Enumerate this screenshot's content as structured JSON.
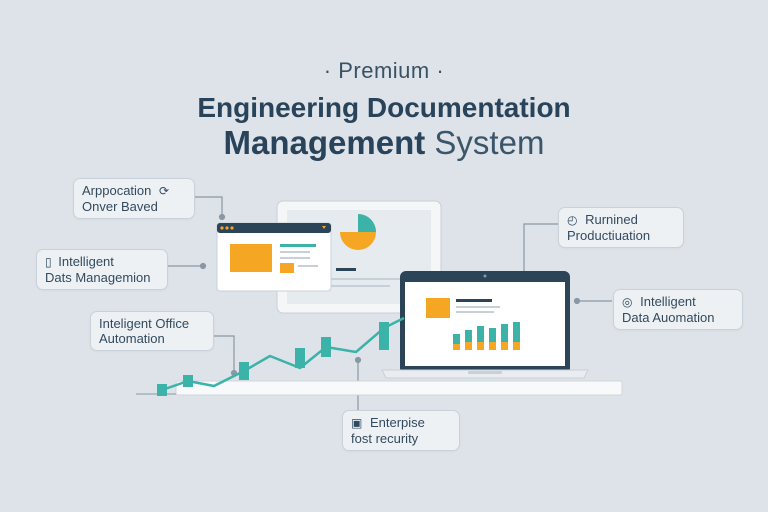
{
  "header": {
    "kicker": "· Premium ·",
    "title_line1": "Engineering Documentation",
    "title_line2_bold": "Management",
    "title_line2_light": "System"
  },
  "callouts": {
    "top_left": {
      "line1": "Arppocation",
      "line2": "Onver Baved",
      "icon": "refresh-icon"
    },
    "mid_left": {
      "line1": "Intelligent",
      "line2": "Dats Managemion",
      "icon": "document-icon"
    },
    "lower_left": {
      "line1": "Inteligent Office",
      "line2": "Automation"
    },
    "top_right": {
      "line1": "Rurnined",
      "line2": "Productiuation",
      "icon": "clock-icon"
    },
    "mid_right": {
      "line1": "Intelligent",
      "line2": "Data Auomation",
      "icon": "globe-icon"
    },
    "bottom": {
      "line1": "Enterpise",
      "line2": "fost recurity",
      "icon": "lock-document-icon"
    }
  },
  "colors": {
    "background": "#dde3e8",
    "navy": "#2c4457",
    "orange": "#f5a623",
    "teal": "#3bb3a8"
  }
}
